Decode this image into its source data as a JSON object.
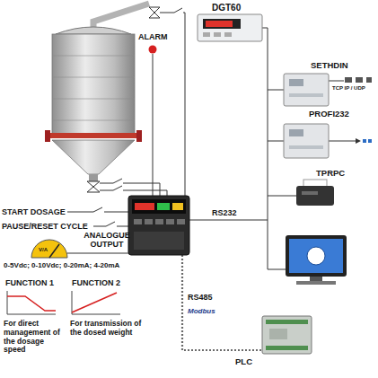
{
  "diagram": {
    "nodes": [
      {
        "text": [
          "DGT60"
        ]
      },
      {
        "text": [
          "ALARM"
        ]
      },
      {
        "text": [
          "SETHDIN"
        ]
      },
      {
        "text": [
          "PROFI232"
        ]
      },
      {
        "text": [
          "TPRPC"
        ]
      },
      {
        "text": [
          "PLC"
        ]
      }
    ],
    "labels": [
      "TCP IP / UDP",
      "RS232",
      "START DOSAGE",
      "PAUSE/RESET CYCLE",
      "ANALOGUE OUTPUT",
      "0-5Vdc; 0-10Vdc; 0-20mA; 4-20mA",
      "FUNCTION 1",
      "FUNCTION 2",
      "For direct management of the dosage speed",
      "For transmission of the dosed weight",
      "RS485",
      "Modbus",
      "V/A"
    ]
  }
}
